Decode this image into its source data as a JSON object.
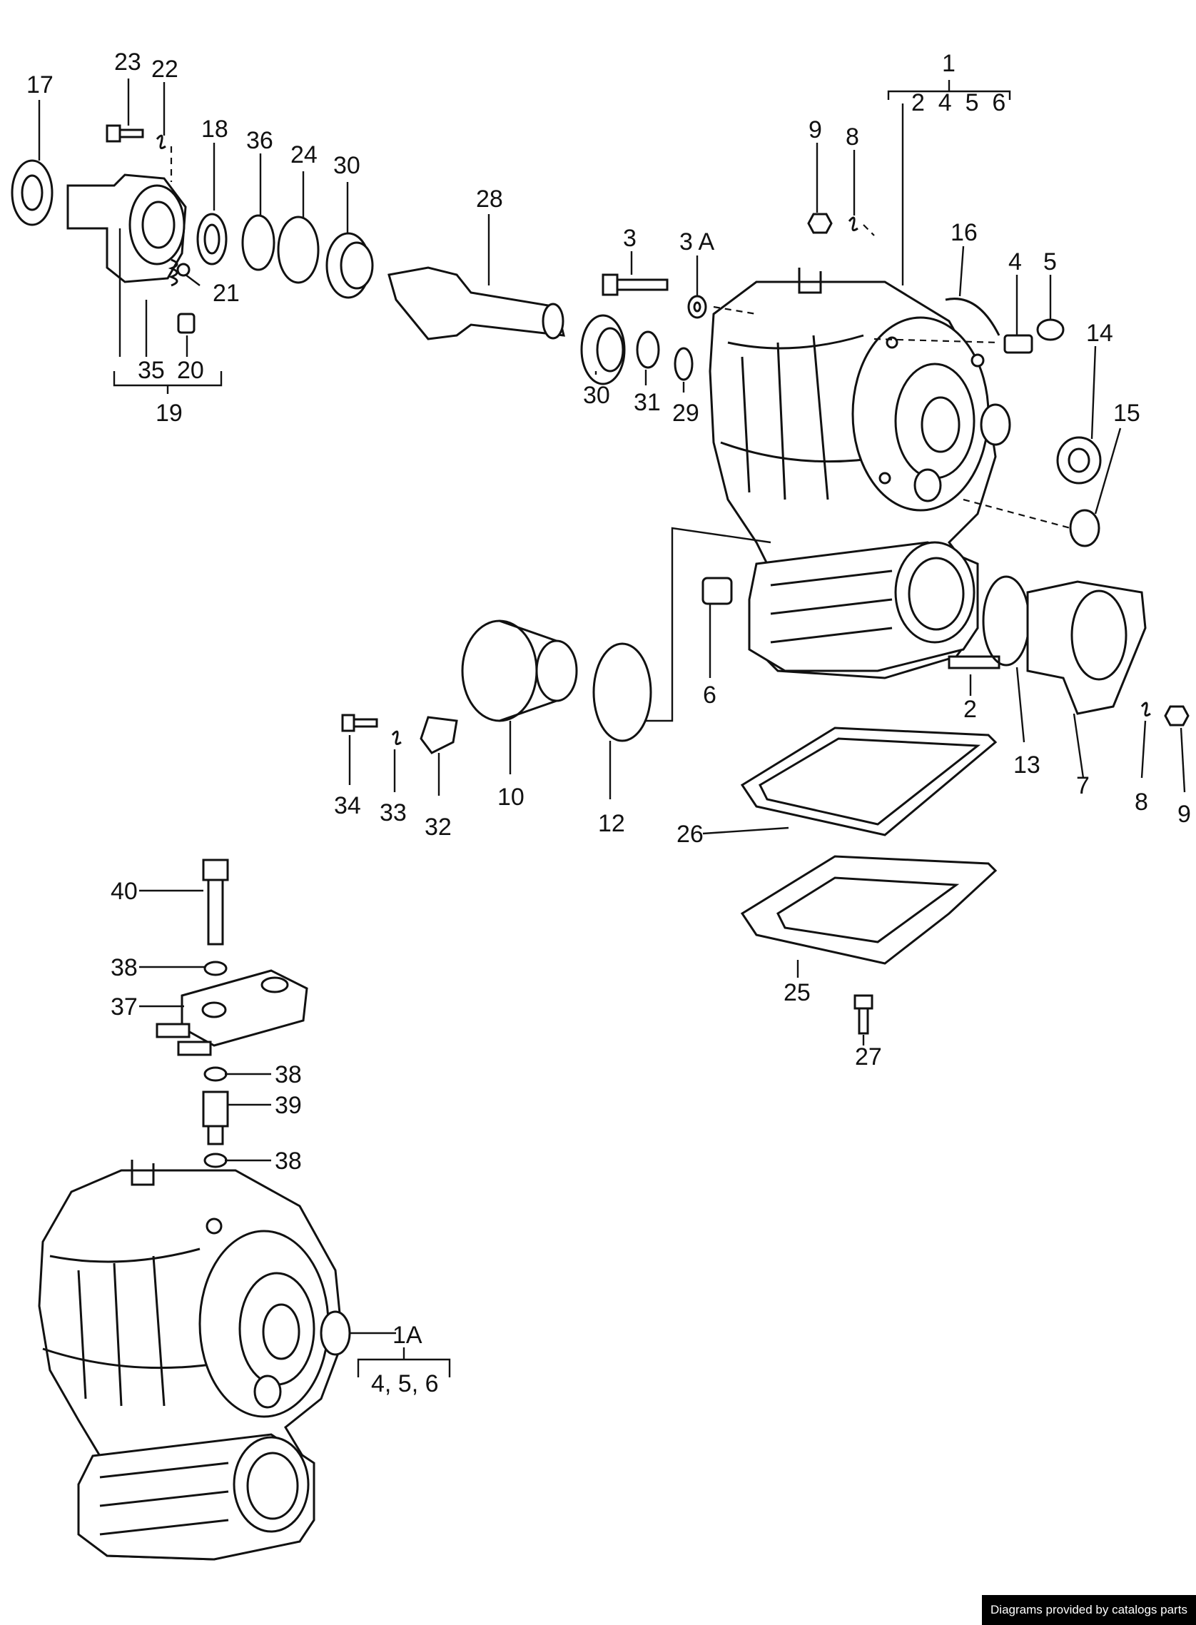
{
  "callouts": [
    {
      "id": "c1",
      "text": "1"
    },
    {
      "id": "c1a",
      "text": "1A"
    },
    {
      "id": "c2",
      "text": "2"
    },
    {
      "id": "c3",
      "text": "3"
    },
    {
      "id": "c3a",
      "text": "3 A"
    },
    {
      "id": "c4",
      "text": "4"
    },
    {
      "id": "c5",
      "text": "5"
    },
    {
      "id": "c6",
      "text": "6"
    },
    {
      "id": "c7",
      "text": "7"
    },
    {
      "id": "c8a",
      "text": "8"
    },
    {
      "id": "c8b",
      "text": "8"
    },
    {
      "id": "c9a",
      "text": "9"
    },
    {
      "id": "c9b",
      "text": "9"
    },
    {
      "id": "c10",
      "text": "10"
    },
    {
      "id": "c12",
      "text": "12"
    },
    {
      "id": "c13",
      "text": "13"
    },
    {
      "id": "c14",
      "text": "14"
    },
    {
      "id": "c15",
      "text": "15"
    },
    {
      "id": "c16",
      "text": "16"
    },
    {
      "id": "c17",
      "text": "17"
    },
    {
      "id": "c18",
      "text": "18"
    },
    {
      "id": "c19",
      "text": "19"
    },
    {
      "id": "c20",
      "text": "20"
    },
    {
      "id": "c21",
      "text": "21"
    },
    {
      "id": "c22",
      "text": "22"
    },
    {
      "id": "c23",
      "text": "23"
    },
    {
      "id": "c24",
      "text": "24"
    },
    {
      "id": "c25",
      "text": "25"
    },
    {
      "id": "c26",
      "text": "26"
    },
    {
      "id": "c27",
      "text": "27"
    },
    {
      "id": "c28",
      "text": "28"
    },
    {
      "id": "c29",
      "text": "29"
    },
    {
      "id": "c30a",
      "text": "30"
    },
    {
      "id": "c30b",
      "text": "30"
    },
    {
      "id": "c31",
      "text": "31"
    },
    {
      "id": "c32",
      "text": "32"
    },
    {
      "id": "c33",
      "text": "33"
    },
    {
      "id": "c34",
      "text": "34"
    },
    {
      "id": "c35",
      "text": "35"
    },
    {
      "id": "c36",
      "text": "36"
    },
    {
      "id": "c37",
      "text": "37"
    },
    {
      "id": "c38a",
      "text": "38"
    },
    {
      "id": "c38b",
      "text": "38"
    },
    {
      "id": "c38c",
      "text": "38"
    },
    {
      "id": "c39",
      "text": "39"
    },
    {
      "id": "c40",
      "text": "40"
    }
  ],
  "group_labels": {
    "g1": "2  4  5  6",
    "g1a": "4, 5, 6"
  },
  "credit": "Diagrams provided by catalogs parts"
}
